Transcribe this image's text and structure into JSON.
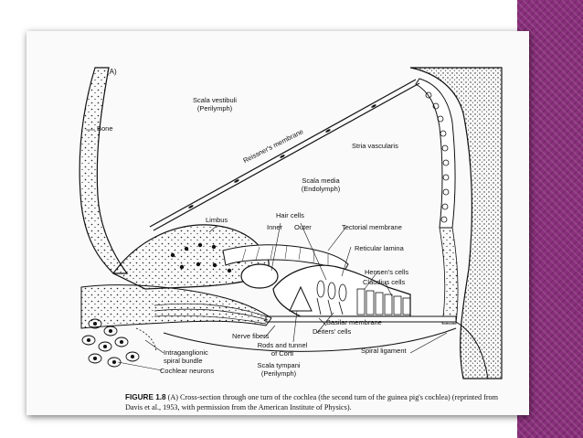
{
  "panel_label": "(A)",
  "labels": {
    "scala_vestibuli": "Scala vestibuli",
    "scala_vestibuli_sub": "(Perilymph)",
    "bone": "Bone",
    "reissners_membrane": "Reissner's membrane",
    "stria_vascularis": "Stria vascularis",
    "scala_media": "Scala media",
    "scala_media_sub": "(Endolymph)",
    "limbus": "Limbus",
    "hair_cells": "Hair cells",
    "inner": "Inner",
    "outer": "Outer",
    "tectorial_membrane": "Tectorial membrane",
    "reticular_lamina": "Reticular lamina",
    "hensens_cells": "Hensen's cells",
    "claudius_cells": "Claudius cells",
    "basilar_membrane": "Basilar membrane",
    "deiters_cells": "Deiters' cells",
    "nerve_fibers": "Nerve fibers",
    "rods_tunnel": "Rods and tunnel",
    "rods_tunnel_sub": "of Corti",
    "spiral_ligament": "Spiral ligament",
    "intraganglionic": "Intraganglionic",
    "intraganglionic_sub": "spiral bundle",
    "cochlear_neurons": "Cochlear neurons",
    "scala_tympani": "Scala tympani",
    "scala_tympani_sub": "(Perilymph)"
  },
  "caption": {
    "figure_label": "FIGURE 1.8",
    "line1": "(A) Cross-section through one turn of the cochlea (the second turn of the guinea pig's cochlea)",
    "line2": "(reprinted from Davis et al., 1953, with permission from the American Institute of Physics)."
  },
  "colors": {
    "accent_bar": "#8a2f7c",
    "ink": "#111111",
    "page": "#ffffff"
  }
}
